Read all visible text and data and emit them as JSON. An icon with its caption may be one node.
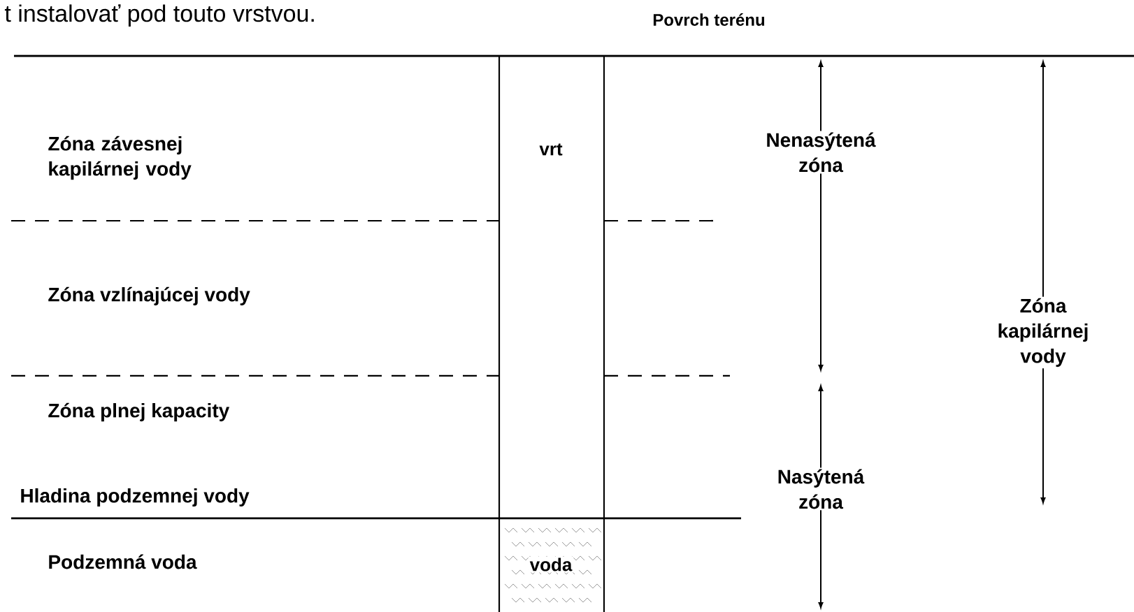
{
  "diagram": {
    "labels": [
      "t instalovať pod touto vrstvou.",
      "Povrch terénu",
      "Zóna závesnej kapilárnej vody",
      "vrt",
      "Nenasýtená zóna",
      "Zóna vzlínajúcej vody",
      "Zóna kapilárnej vody",
      "Zóna plnej kapacity",
      "Nasýtená zóna",
      "Hladina podzemnej vody",
      "Podzemná voda",
      "voda"
    ]
  }
}
